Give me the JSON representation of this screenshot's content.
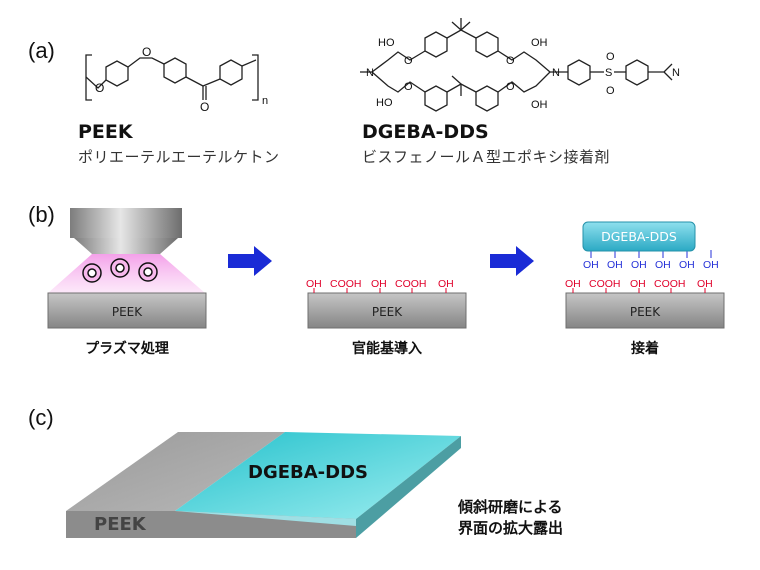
{
  "panels": {
    "a": "(a)",
    "b": "(b)",
    "c": "(c)"
  },
  "structures": {
    "peek_name": "PEEK",
    "peek_sub": "ポリエーテルエーテルケトン",
    "peek_n": "n",
    "epoxy_name": "DGEBA-DDS",
    "epoxy_sub": "ビスフェノールＡ型エポキシ接着剤",
    "atoms": {
      "O": "O",
      "N": "N",
      "S": "S",
      "OH": "OH",
      "HO": "HO"
    }
  },
  "process": {
    "step1_label": "プラズマ処理",
    "step2_label": "官能基導入",
    "step3_label": "接着",
    "substrate": "PEEK",
    "adhesive": "DGEBA-DDS",
    "surface_groups": [
      "OH",
      "COOH",
      "OH",
      "COOH",
      "OH"
    ],
    "bound_groups": [
      "OH",
      "OH",
      "OH",
      "OH",
      "OH",
      "OH"
    ],
    "colors": {
      "substrate": "#8a8a8a",
      "adhesive": "#3dbcd4",
      "arrow": "#1a2bd6",
      "plasma": "#f39be8",
      "surface_group": "#e0002a",
      "bound_group": "#2531d8"
    }
  },
  "bevel": {
    "adhesive_label": "DGEBA-DDS",
    "substrate_label": "PEEK",
    "caption_line1": "傾斜研磨による",
    "caption_line2": "界面の拡大露出"
  }
}
